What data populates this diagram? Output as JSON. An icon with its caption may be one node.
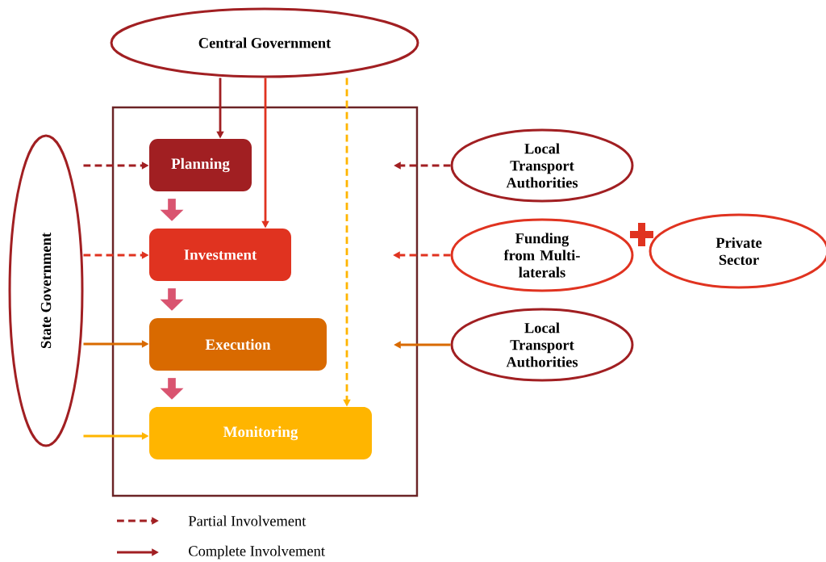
{
  "diagram": {
    "nodes": [
      {
        "text": [
          "Central Government"
        ]
      },
      {
        "text": [
          "State Government"
        ]
      },
      {
        "text": [],
        "shape": "box"
      },
      {
        "text": [
          "Planning"
        ],
        "in": 2
      },
      {
        "text": [
          "Investment"
        ],
        "in": 2
      },
      {
        "text": [
          "Execution"
        ],
        "in": 2
      },
      {
        "text": [
          "Monitoring"
        ],
        "in": 2
      },
      {
        "text": [
          "Local Transport Authorities"
        ]
      },
      {
        "text": [
          "Funding from Multi-laterals"
        ]
      },
      {
        "text": [
          "Private Sector"
        ]
      },
      {
        "text": [
          "Local Transport Authorities"
        ]
      }
    ],
    "edges": [
      {
        "from": 0,
        "to": 3,
        "arrow": "to",
        "color": "#a11f22"
      },
      {
        "from": 0,
        "to": 4,
        "arrow": "to",
        "color": "#e03320"
      },
      {
        "from": 0,
        "to": 6,
        "arrow": "to",
        "style": "dashed",
        "color": "#ffb500"
      },
      {
        "from": 1,
        "to": 3,
        "arrow": "to",
        "style": "dashed",
        "color": "#a11f22"
      },
      {
        "from": 1,
        "to": 4,
        "arrow": "to",
        "style": "dashed",
        "color": "#e03320"
      },
      {
        "from": 1,
        "to": 5,
        "arrow": "to",
        "color": "#d96a00"
      },
      {
        "from": 1,
        "to": 6,
        "arrow": "to",
        "color": "#ffb500"
      },
      {
        "from": 7,
        "to": null,
        "arrow": "to",
        "style": "dashed",
        "color": "#a11f22"
      },
      {
        "from": 8,
        "to": null,
        "arrow": "to",
        "style": "dashed",
        "color": "#e03320"
      },
      {
        "from": 10,
        "to": null,
        "arrow": "to",
        "color": "#d96a00"
      },
      {
        "from": 3,
        "to": 4,
        "arrow": "to",
        "style": "thick",
        "color": "#d95470"
      },
      {
        "from": 4,
        "to": 5,
        "arrow": "to",
        "style": "thick",
        "color": "#d95470"
      },
      {
        "from": 5,
        "to": 6,
        "arrow": "to",
        "style": "thick",
        "color": "#d95470"
      }
    ],
    "legend": [
      {
        "text": "Partial Involvement"
      },
      {
        "text": "Complete Involvement"
      }
    ]
  }
}
